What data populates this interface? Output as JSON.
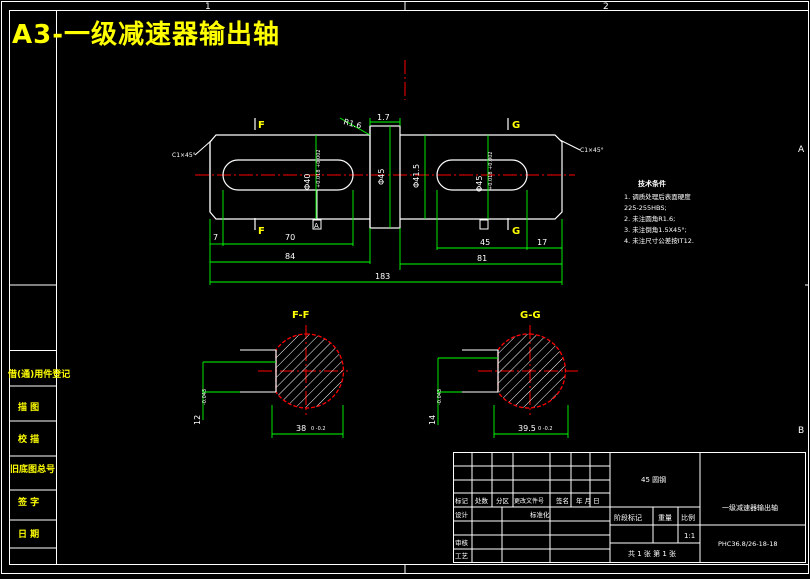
{
  "title": "A3-一级减速器输出轴",
  "frame": {
    "col_labels": [
      "1",
      "2"
    ],
    "row_labels": [
      "A",
      "B"
    ]
  },
  "section_labels": {
    "F_top": "F",
    "F_bottom": "F",
    "G_top": "G",
    "G_bottom": "G",
    "A_ref": "A"
  },
  "shaft_dims": {
    "d1": "Φ40",
    "d1_tol": "+0.018 +0.002",
    "d2": "Φ45",
    "d3": "Φ41.5",
    "d4": "Φ45",
    "d4_tol": "+0.018 +0.002",
    "r": "R1.6",
    "gap": "1.7",
    "l7": "7",
    "l70": "70",
    "l84": "84",
    "l45": "45",
    "l17": "17",
    "l81": "81",
    "l183": "183",
    "chamfer_left": "C1×45°",
    "chamfer_right": "C1×45°"
  },
  "tech_req": {
    "heading": "技术条件",
    "lines": [
      "1. 调质处理后表面硬度",
      "   225-255HBS;",
      "2. 未注圆角R1.6;",
      "3. 未注倒角1.5X45°;",
      "4. 未注尺寸公差按IT12."
    ]
  },
  "sections": [
    {
      "label": "F-F",
      "width": "38",
      "width_tol": "0 -0.2",
      "key": "12",
      "key_tol": "-0.043"
    },
    {
      "label": "G-G",
      "width": "39.5",
      "width_tol": "0 -0.2",
      "key": "14",
      "key_tol": "-0.043"
    }
  ],
  "left_table": [
    "借(通)用件登记",
    "描 图",
    "校 描",
    "旧底图总号",
    "签 字",
    "日 期"
  ],
  "title_block": {
    "material": "45 圆钢",
    "part_name": "一级减速器输出轴",
    "drawing_no": "PHC36.8/26-18-18",
    "scale": "1:1",
    "sheet": "共 1 张  第 1 张",
    "header_cells": [
      "标记",
      "处数",
      "分区",
      "更改文件号",
      "签名",
      "年 月 日"
    ],
    "row_labels": [
      "设计",
      "标准化",
      "审核",
      "工艺"
    ],
    "stage_cells": [
      "阶段标记",
      "重量",
      "比例"
    ]
  },
  "colors": {
    "frame": "#ffffff",
    "outline": "#ffffff",
    "dimension": "#00ff00",
    "centerline": "#ff0000",
    "hatch": "#ffffff",
    "yellow": "#ffff00",
    "label": "#ffff00"
  }
}
